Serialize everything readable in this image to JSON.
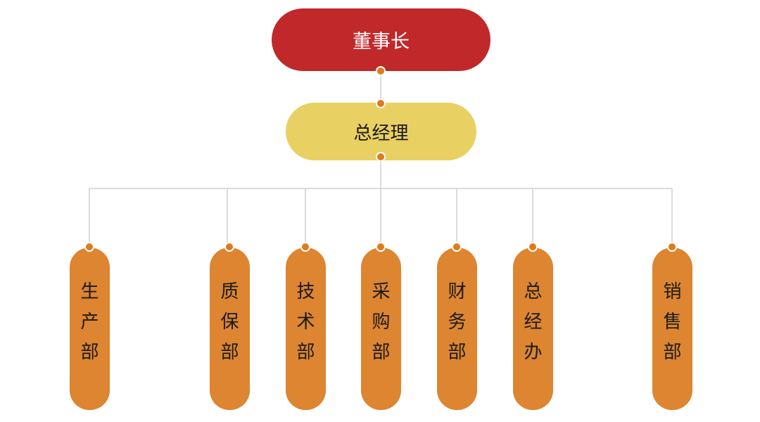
{
  "chart": {
    "chairman": "董事长",
    "general_manager": "总经理",
    "departments": [
      {
        "label": "生产部"
      },
      {
        "label": "质保部"
      },
      {
        "label": "技术部"
      },
      {
        "label": "采购部"
      },
      {
        "label": "财务部"
      },
      {
        "label": "总经办"
      },
      {
        "label": "销售部"
      }
    ]
  },
  "colors": {
    "chairman": "#c0282a",
    "general_manager": "#e9d062",
    "department": "#dd8530",
    "connector_dot": "#e07a1c",
    "connector_line": "#c8c8c8"
  }
}
